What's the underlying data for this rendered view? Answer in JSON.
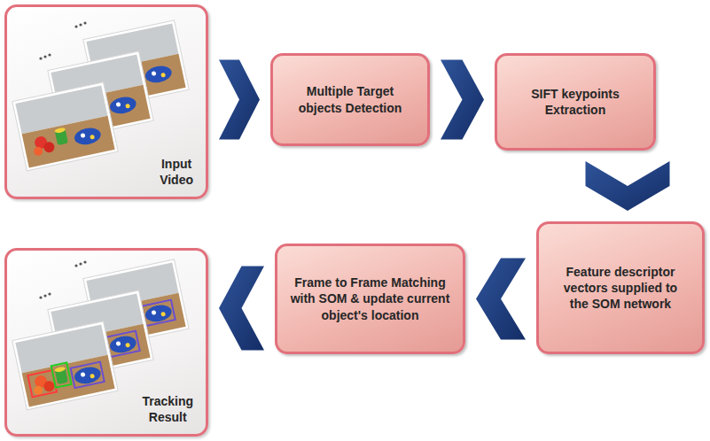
{
  "diagram": {
    "nodes": [
      {
        "text": [
          "Input Video"
        ]
      },
      {
        "text": [
          "Multiple Target objects Detection"
        ]
      },
      {
        "text": [
          "SIFT keypoints Extraction"
        ]
      },
      {
        "text": [
          "Feature descriptor vectors supplied to the SOM network"
        ]
      },
      {
        "text": [
          "Frame to Frame Matching with SOM & update current object's location"
        ]
      },
      {
        "text": [
          "Tracking Result"
        ]
      }
    ],
    "edges": [
      {
        "from": 0,
        "to": 1,
        "arrow": "to"
      },
      {
        "from": 1,
        "to": 2,
        "arrow": "to"
      },
      {
        "from": 2,
        "to": 3,
        "arrow": "to"
      },
      {
        "from": 3,
        "to": 4,
        "arrow": "to"
      },
      {
        "from": 4,
        "to": 5,
        "arrow": "to"
      }
    ]
  }
}
